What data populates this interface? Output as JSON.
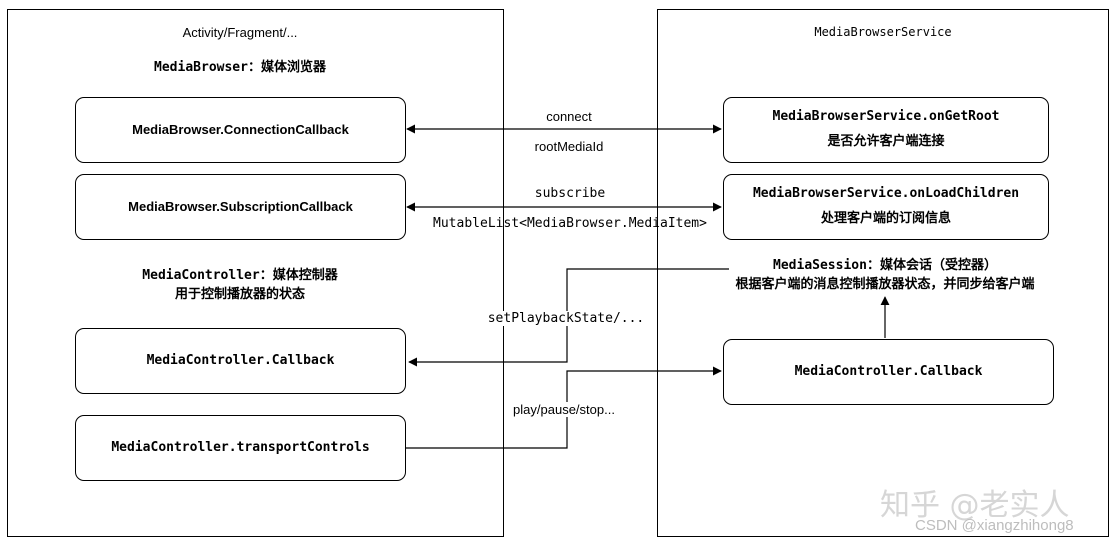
{
  "left_panel": {
    "title": "Activity/Fragment/...",
    "browser_label": {
      "code": "MediaBrowser",
      "desc": "：媒体浏览器"
    },
    "controller_label": {
      "code": "MediaController",
      "desc": "：媒体控制器",
      "line2": "用于控制播放器的状态"
    },
    "boxes": {
      "connection_callback": "MediaBrowser.ConnectionCallback",
      "subscription_callback": "MediaBrowser.SubscriptionCallback",
      "controller_callback": "MediaController.Callback",
      "transport_controls": "MediaController.transportControls"
    }
  },
  "right_panel": {
    "title": "MediaBrowserService",
    "on_get_root": {
      "title": "MediaBrowserService.onGetRoot",
      "desc": "是否允许客户端连接"
    },
    "on_load_children": {
      "title": "MediaBrowserService.onLoadChildren",
      "desc": "处理客户端的订阅信息"
    },
    "session_label": {
      "code": "MediaSession",
      "desc": "：媒体会话（受控器）",
      "line2": "根据客户端的消息控制播放器状态，并同步给客户端"
    },
    "controller_callback": "MediaController.Callback"
  },
  "edges": {
    "connect": "connect",
    "root_media_id": "rootMediaId",
    "subscribe": "subscribe",
    "mutable_list": "MutableList<MediaBrowser.MediaItem>",
    "set_playback_state": "setPlaybackState/...",
    "play_pause_stop": "play/pause/stop..."
  },
  "watermarks": {
    "zhihu": "知乎 @老实人",
    "csdn": "CSDN @xiangzhihong8"
  }
}
